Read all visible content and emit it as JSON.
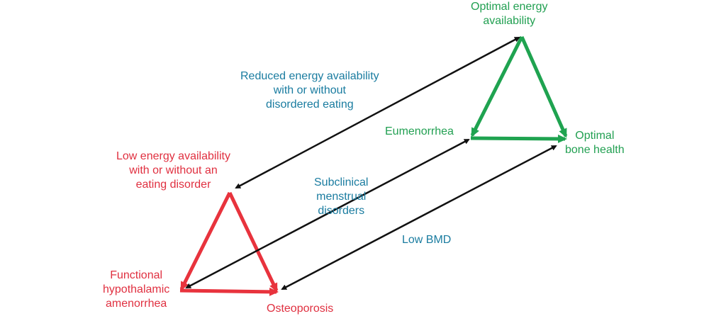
{
  "colors": {
    "red": "#e8333d",
    "green": "#1fa350",
    "blue": "#1a7ca0",
    "arrow": "#111111"
  },
  "green_labels": {
    "top": [
      "Optimal energy",
      "availability"
    ],
    "left": "Eumenorrhea",
    "right": [
      "Optimal",
      "bone health"
    ]
  },
  "red_labels": {
    "top": [
      "Low energy availability",
      "with or without an",
      "eating disorder"
    ],
    "left": [
      "Functional",
      "hypothalamic",
      "amenorrhea"
    ],
    "right": "Osteoporosis"
  },
  "spectrum_labels": {
    "energy": [
      "Reduced energy availability",
      "with or without",
      "disordered eating"
    ],
    "menstrual": [
      "Subclinical",
      "menstrual",
      "disorders"
    ],
    "bone": "Low BMD"
  }
}
